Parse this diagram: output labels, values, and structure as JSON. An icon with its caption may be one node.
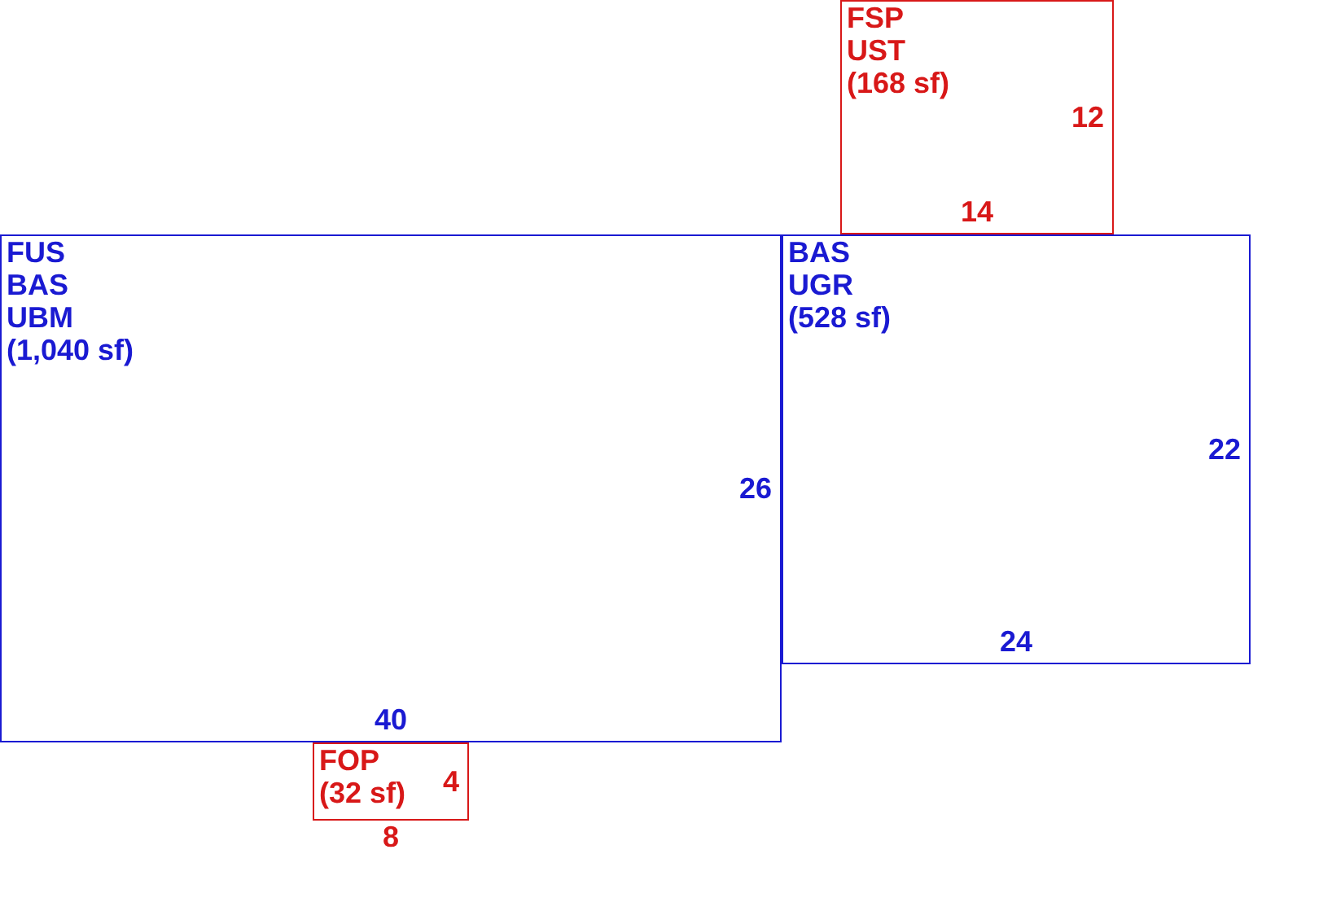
{
  "diagram": {
    "nodes": [
      {
        "text": [
          "FUS",
          "BAS",
          "UBM",
          "(1,040 sf)",
          "26",
          "40"
        ]
      },
      {
        "text": [
          "BAS",
          "UGR",
          "(528 sf)",
          "22",
          "24"
        ]
      },
      {
        "text": [
          "FSP",
          "UST",
          "(168 sf)",
          "12",
          "14"
        ]
      },
      {
        "text": [
          "FOP",
          "(32 sf)",
          "4"
        ],
        "beside": [
          "8"
        ]
      }
    ]
  }
}
